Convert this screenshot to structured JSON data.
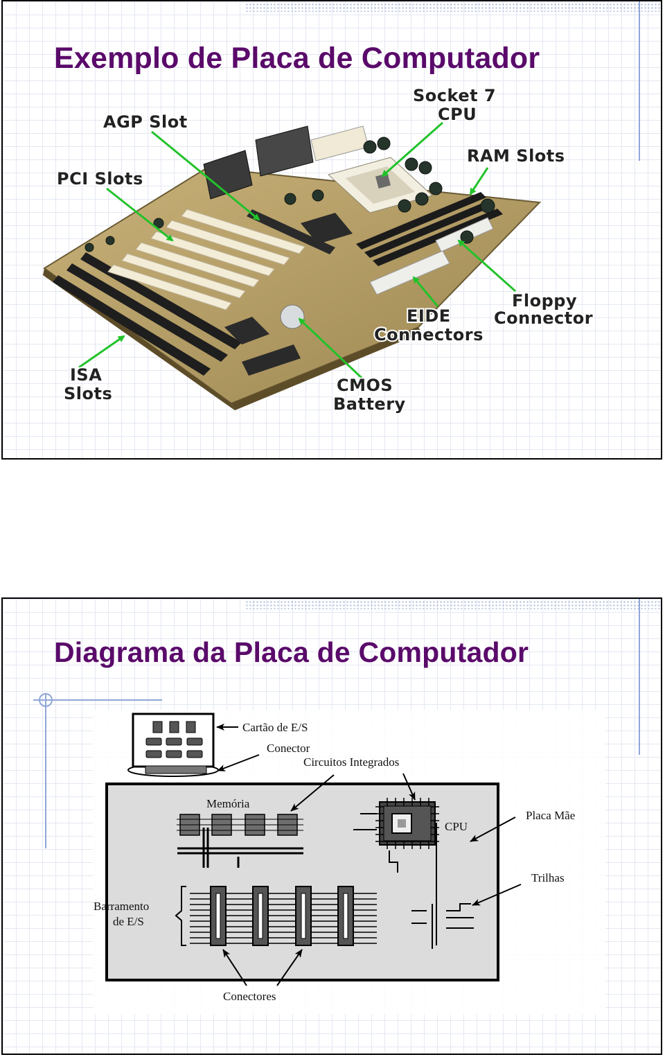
{
  "slide1": {
    "title": "Exemplo de Placa de Computador",
    "labels": {
      "socket_l1": "Socket 7",
      "socket_l2": "CPU",
      "agp": "AGP Slot",
      "ram": "RAM Slots",
      "pci": "PCI Slots",
      "floppy_l1": "Floppy",
      "floppy_l2": "Connector",
      "eide_l1": "EIDE",
      "eide_l2": "Connectors",
      "isa_l1": "ISA",
      "isa_l2": "Slots",
      "cmos_l1": "CMOS",
      "cmos_l2": "Battery"
    },
    "arrow_color": "#22c22a"
  },
  "slide2": {
    "title": "Diagrama da Placa de Computador",
    "labels": {
      "cartao": "Cartão de E/S",
      "conector": "Conector",
      "circuitos": "Circuitos Integrados",
      "memoria": "Memória",
      "cpu": "CPU",
      "placa_mae": "Placa Mãe",
      "trilhas": "Trilhas",
      "barramento_l1": "Barramento",
      "barramento_l2": "de E/S",
      "conectores": "Conectores"
    }
  },
  "theme": {
    "title_color": "#5a0a6a",
    "grid_color": "#e4e8f2",
    "accent_line": "#8fa6d8"
  }
}
